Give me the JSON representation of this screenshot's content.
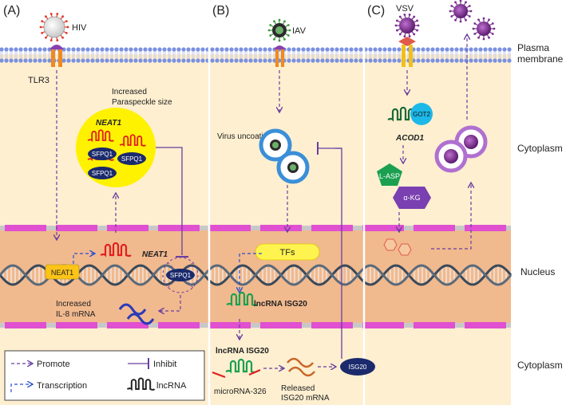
{
  "panels": {
    "a": {
      "label": "(A)",
      "virus": "HIV",
      "receptor": "TLR3",
      "paraspeckle": "Increased\nParaspeckle size",
      "neat1_cluster": "NEAT1",
      "protein_sfpq1": "SFPQ1",
      "neat1_nuc": "NEAT1",
      "neat1_gene": "NEAT1",
      "result": "Increased\nIL-8 mRNA"
    },
    "b": {
      "label": "(B)",
      "virus": "IAV",
      "uncoating": "Virus uncoating",
      "tfs": "TFs",
      "lnc_nuc": "lncRNA ISG20",
      "lnc_cyto": "lncRNA ISG20",
      "microrna": "microRNA-326",
      "released": "Released\nISG20 mRNA",
      "isg20": "ISG20"
    },
    "c": {
      "label": "(C)",
      "virus": "VSV",
      "got2": "GOT2",
      "acod1": "ACOD1",
      "lasp": "L-ASP",
      "akg": "α-KG"
    }
  },
  "regions": {
    "plasma_membrane": "Plasma\nmembrane",
    "cytoplasm_top": "Cytoplasm",
    "nucleus": "Nucleus",
    "cytoplasm_bottom": "Cytoplasm"
  },
  "legend": {
    "promote": "Promote",
    "inhibit": "Inhibit",
    "transcription": "Transcription",
    "lncrna": "lncRNA"
  },
  "colors": {
    "cytoplasm": "#fdefd0",
    "nucleus": "#f1b98e",
    "arrow": "#6a3fa0",
    "transcription_arrow": "#2a4fd0",
    "virus": "#7b2d8e",
    "neat1_rna": "#e02020",
    "lnc_rna": "#1aa050",
    "protein": "#1a2a6c",
    "paraspeckle": "#fff200"
  }
}
